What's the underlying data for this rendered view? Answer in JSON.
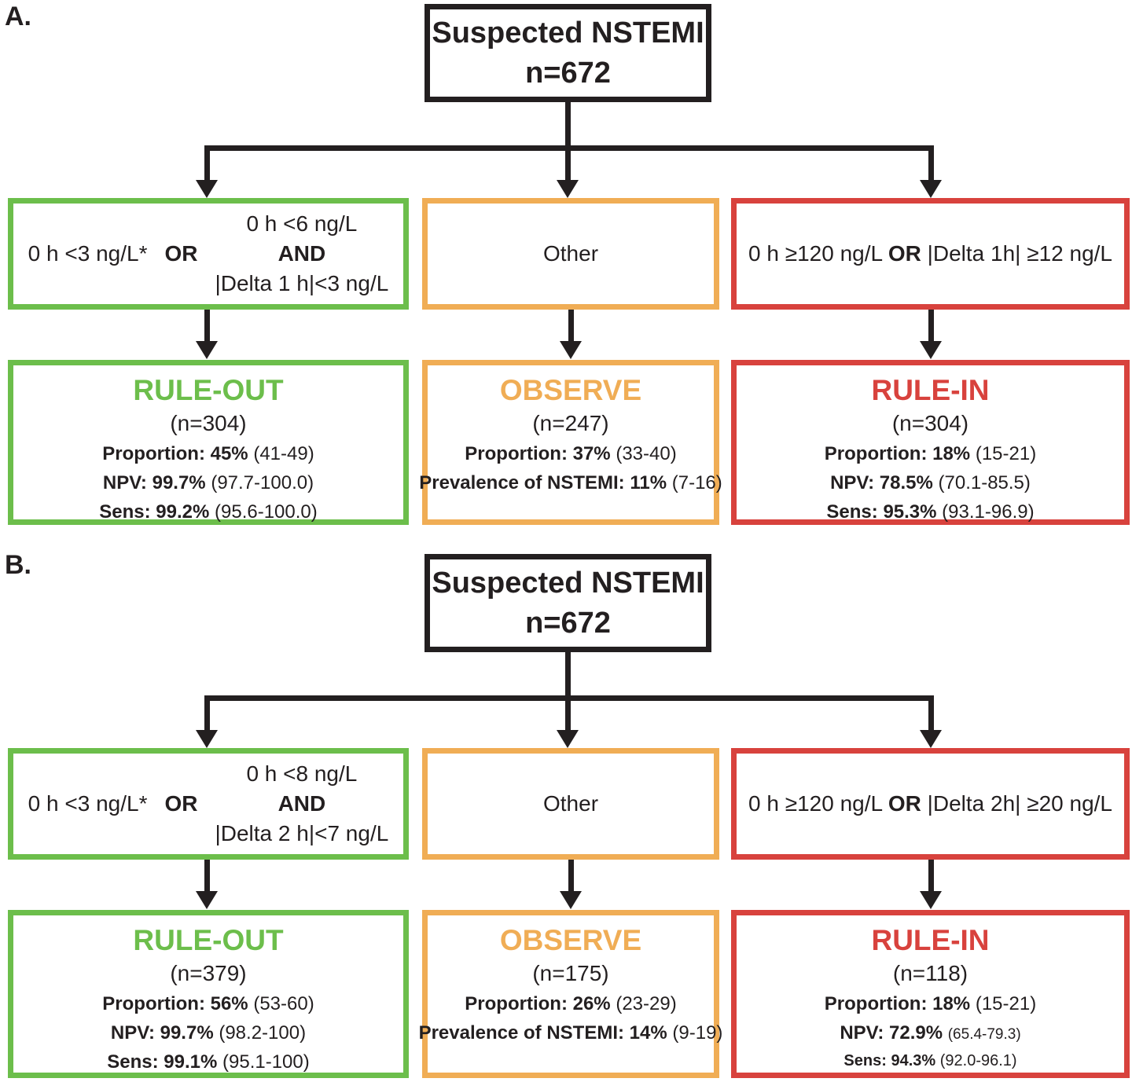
{
  "colors": {
    "green": "#6CBE4B",
    "orange": "#F0AD55",
    "red": "#D8423D",
    "line": "#231F20"
  },
  "panels": [
    {
      "label": "A.",
      "root": {
        "line1": "Suspected NSTEMI",
        "line2": "n=672"
      },
      "criteria": {
        "ruleout": {
          "left": "0 h <3 ng/L*",
          "op": "OR",
          "and_line1": "0 h <6 ng/L",
          "and_op": "AND",
          "and_line2": "|Delta 1 h|<3 ng/L"
        },
        "observe": {
          "text": "Other"
        },
        "rulein": {
          "left": "0 h ≥120 ng/L",
          "op": "OR",
          "right": "|Delta 1h| ≥12 ng/L"
        }
      },
      "outcomes": {
        "ruleout": {
          "title": "RULE-OUT",
          "n": "(n=304)",
          "stats": [
            {
              "label": "Proportion:",
              "value": "45%",
              "ci": "(41-49)"
            },
            {
              "label": "NPV:",
              "value": "99.7%",
              "ci": "(97.7-100.0)"
            },
            {
              "label": "Sens:",
              "value": "99.2%",
              "ci": "(95.6-100.0)"
            }
          ]
        },
        "observe": {
          "title": "OBSERVE",
          "n": "(n=247)",
          "stats": [
            {
              "label": "Proportion:",
              "value": "37%",
              "ci": "(33-40)"
            },
            {
              "label": "Prevalence of NSTEMI:",
              "value": "11%",
              "ci": "(7-16)"
            }
          ]
        },
        "rulein": {
          "title": "RULE-IN",
          "n": "(n=304)",
          "stats": [
            {
              "label": "Proportion:",
              "value": "18%",
              "ci": "(15-21)"
            },
            {
              "label": "NPV:",
              "value": "78.5%",
              "ci": "(70.1-85.5)"
            },
            {
              "label": "Sens:",
              "value": "95.3%",
              "ci": "(93.1-96.9)"
            }
          ]
        }
      }
    },
    {
      "label": "B.",
      "root": {
        "line1": "Suspected NSTEMI",
        "line2": "n=672"
      },
      "criteria": {
        "ruleout": {
          "left": "0 h <3 ng/L*",
          "op": "OR",
          "and_line1": "0 h <8 ng/L",
          "and_op": "AND",
          "and_line2": "|Delta 2 h|<7 ng/L"
        },
        "observe": {
          "text": "Other"
        },
        "rulein": {
          "left": "0 h ≥120 ng/L",
          "op": "OR",
          "right": "|Delta 2h| ≥20 ng/L"
        }
      },
      "outcomes": {
        "ruleout": {
          "title": "RULE-OUT",
          "n": "(n=379)",
          "stats": [
            {
              "label": "Proportion:",
              "value": "56%",
              "ci": "(53-60)"
            },
            {
              "label": "NPV:",
              "value": "99.7%",
              "ci": "(98.2-100)"
            },
            {
              "label": "Sens:",
              "value": "99.1%",
              "ci": "(95.1-100)"
            }
          ]
        },
        "observe": {
          "title": "OBSERVE",
          "n": "(n=175)",
          "stats": [
            {
              "label": "Proportion:",
              "value": "26%",
              "ci": "(23-29)"
            },
            {
              "label": "Prevalence of NSTEMI:",
              "value": "14%",
              "ci": "(9-19)"
            }
          ]
        },
        "rulein": {
          "title": "RULE-IN",
          "n": "(n=118)",
          "stats": [
            {
              "label": "Proportion:",
              "value": "18%",
              "ci": "(15-21)"
            },
            {
              "label": "NPV:",
              "value": "72.9%",
              "ci": "(65.4-79.3)"
            },
            {
              "label": "Sens:",
              "value": "94.3%",
              "ci": "(92.0-96.1)"
            }
          ]
        }
      }
    }
  ]
}
